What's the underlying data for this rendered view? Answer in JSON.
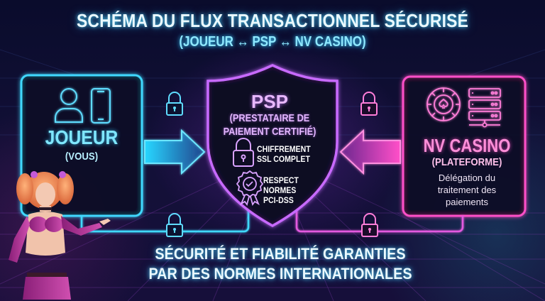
{
  "header": {
    "title": "SCHÉMA DU FLUX TRANSACTIONNEL SÉCURISÉ",
    "subtitle": "(JOUEUR ↔ PSP ↔ NV CASINO)"
  },
  "nodes": {
    "player": {
      "title": "JOUEUR",
      "subtitle": "(VOUS)",
      "icons": [
        "user-icon",
        "smartphone-icon"
      ],
      "color": "#3fd8ff"
    },
    "psp": {
      "title": "PSP",
      "subtitle_line1": "(PRESTATAIRE DE",
      "subtitle_line2": "PAIEMENT CERTIFIÉ)",
      "features": [
        {
          "icon": "padlock-icon",
          "line1": "CHIFFREMENT",
          "line2": "SSL COMPLET"
        },
        {
          "icon": "certified-badge-icon",
          "line1": "RESPECT",
          "line2": "NORMES",
          "line3": "PCI-DSS"
        }
      ],
      "color": "#c86bff"
    },
    "casino": {
      "title": "NV CASINO",
      "subtitle": "(PLATEFORME)",
      "description_line1": "Délégation du",
      "description_line2": "traitement des",
      "description_line3": "paiements",
      "icons": [
        "casino-chip-icon",
        "server-icon"
      ],
      "color": "#ff4fc8"
    }
  },
  "connectors": [
    {
      "from": "player",
      "to": "psp",
      "type": "arrow-right",
      "locked": true
    },
    {
      "from": "casino",
      "to": "psp",
      "type": "arrow-left",
      "locked": true
    },
    {
      "from": "player",
      "to": "psp",
      "type": "bottom-link",
      "locked": true
    },
    {
      "from": "psp",
      "to": "casino",
      "type": "bottom-link",
      "locked": true
    }
  ],
  "footer": {
    "line1": "SÉCURITÉ ET FIABILITÉ GARANTIES",
    "line2": "PAR DES NORMES INTERNATIONALES"
  },
  "colors": {
    "background": "#0b0b2e",
    "cyan": "#3fd8ff",
    "purple": "#c86bff",
    "pink": "#ff4fc8"
  }
}
